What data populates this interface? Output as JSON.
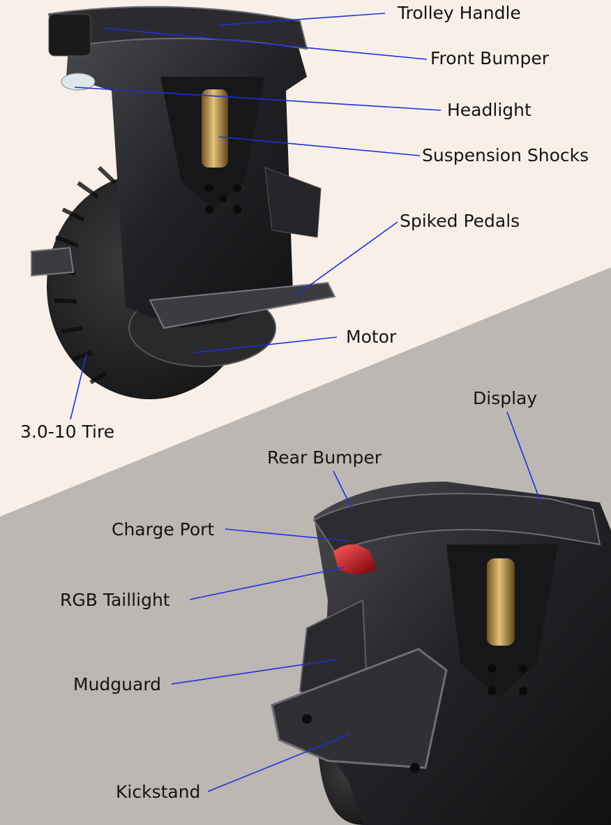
{
  "colors": {
    "background_top": "#f8f0e8",
    "background_bottom": "#bcb7b3",
    "leader_line": "#1b2fe0",
    "label_text": "#141414",
    "wheel_body": "#1d1d1f",
    "suspension_gold": "#c9a55a",
    "taillight_red": "#c0101e"
  },
  "labels": {
    "trolley_handle": "Trolley Handle",
    "front_bumper": "Front Bumper",
    "headlight": "Headlight",
    "suspension_shocks": "Suspension Shocks",
    "spiked_pedals": "Spiked Pedals",
    "motor": "Motor",
    "tire": "3.0-10 Tire",
    "display": "Display",
    "rear_bumper": "Rear Bumper",
    "charge_port": "Charge Port",
    "rgb_taillight": "RGB Taillight",
    "mudguard": "Mudguard",
    "kickstand": "Kickstand"
  }
}
